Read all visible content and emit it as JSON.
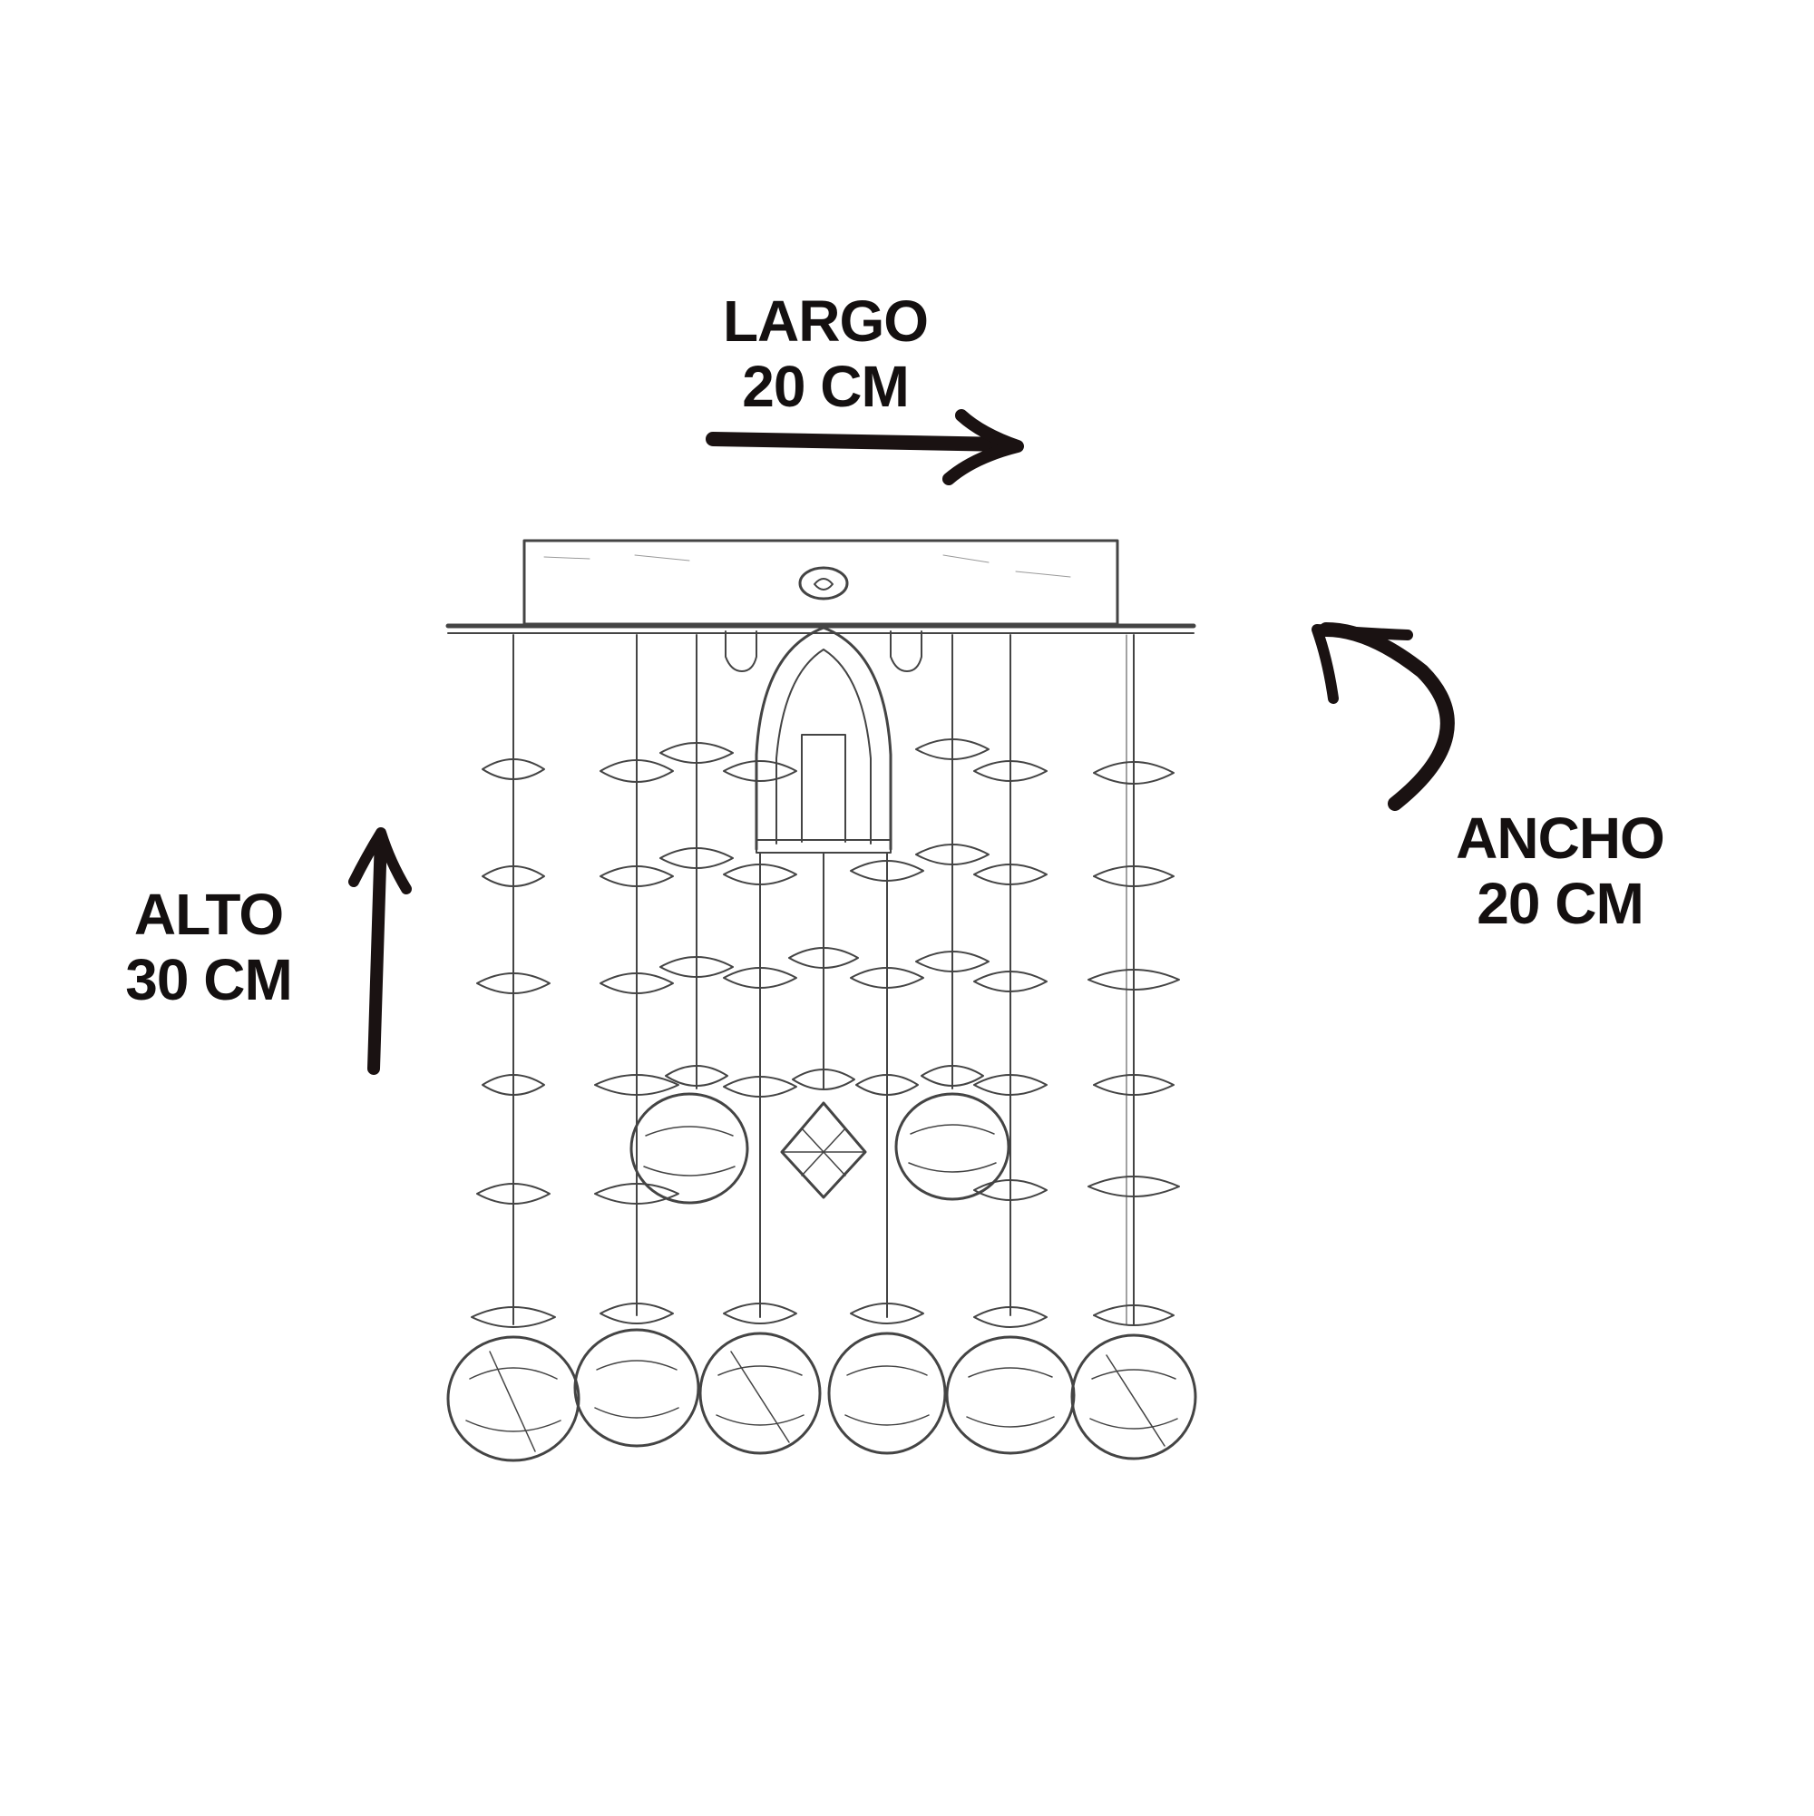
{
  "dimensions": {
    "length": {
      "name": "LARGO",
      "value": "20 CM"
    },
    "width": {
      "name": "ANCHO",
      "value": "20 CM"
    },
    "height": {
      "name": "ALTO",
      "value": "30 CM"
    }
  },
  "colors": {
    "arrow": "#1a1212",
    "text": "#141010",
    "line_art": "#444444"
  }
}
